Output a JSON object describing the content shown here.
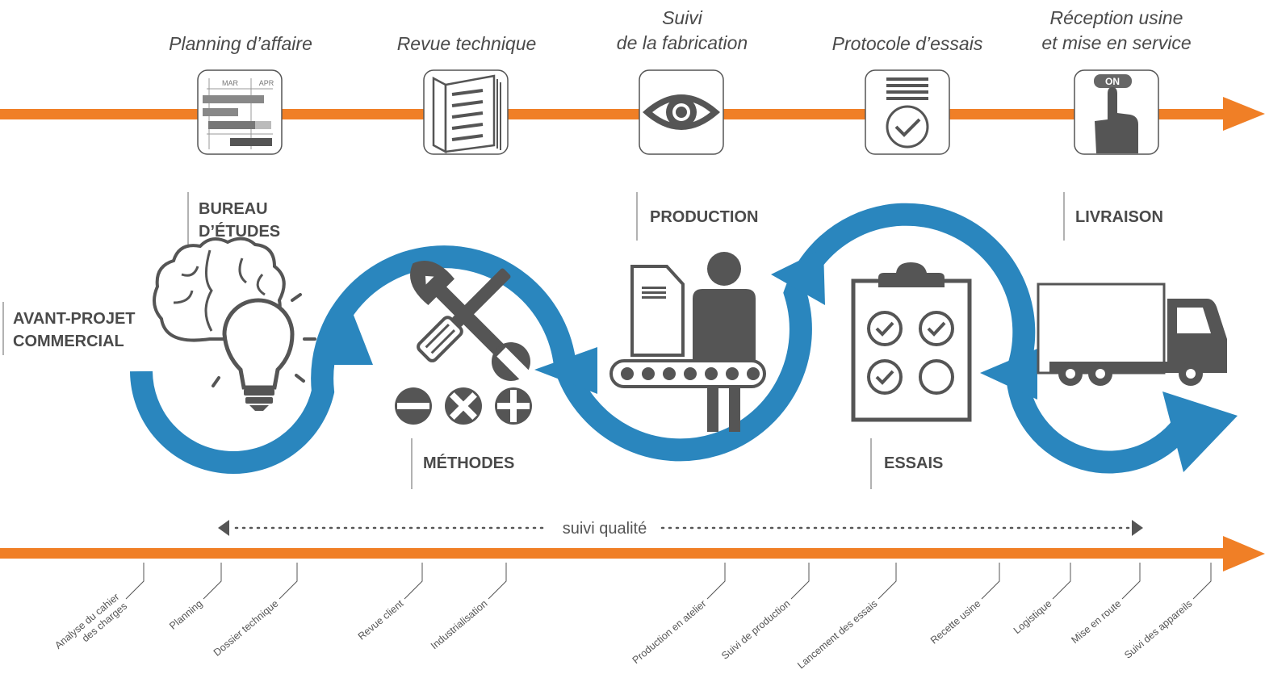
{
  "colors": {
    "orange": "#f07f26",
    "blue": "#2a86be",
    "icon_gray": "#5a5a5a",
    "box_border": "#555555"
  },
  "phases": [
    {
      "title_lines": [
        "Planning d’affaire"
      ],
      "icon": "gantt-icon",
      "gantt_months": [
        "MAR",
        "APR"
      ]
    },
    {
      "title_lines": [
        "Revue technique"
      ],
      "icon": "book-icon"
    },
    {
      "title_lines": [
        "Suivi",
        "de la fabrication"
      ],
      "icon": "eye-icon"
    },
    {
      "title_lines": [
        "Protocole d’essais"
      ],
      "icon": "checklist-icon"
    },
    {
      "title_lines": [
        "Réception usine",
        "et mise en service"
      ],
      "icon": "on-button-icon",
      "button_label": "ON"
    }
  ],
  "stages": [
    {
      "lines": [
        "AVANT-PROJET",
        "COMMERCIAL"
      ],
      "icon": "brain-bulb-icon"
    },
    {
      "lines": [
        "BUREAU",
        "D’ÉTUDES"
      ],
      "icon": "brain-bulb-icon"
    },
    {
      "lines": [
        "MÉTHODES"
      ],
      "icon": "tools-icon"
    },
    {
      "lines": [
        "PRODUCTION"
      ],
      "icon": "production-worker-icon"
    },
    {
      "lines": [
        "ESSAIS"
      ],
      "icon": "clipboard-checks-icon"
    },
    {
      "lines": [
        "LIVRAISON"
      ],
      "icon": "truck-icon"
    }
  ],
  "quality_label": "suivi qualité",
  "timeline_steps": [
    {
      "lines": [
        "Analyse du cahier",
        "des charges"
      ]
    },
    {
      "lines": [
        "Planning"
      ]
    },
    {
      "lines": [
        "Dossier technique"
      ]
    },
    {
      "lines": [
        "Revue client"
      ]
    },
    {
      "lines": [
        "Industrialisation"
      ]
    },
    {
      "lines": [
        "Production en atelier"
      ]
    },
    {
      "lines": [
        "Suivi de production"
      ]
    },
    {
      "lines": [
        "Lancement des essais"
      ]
    },
    {
      "lines": [
        "Recette usine"
      ]
    },
    {
      "lines": [
        "Logistique"
      ]
    },
    {
      "lines": [
        "Mise en route"
      ]
    },
    {
      "lines": [
        "Suivi des appareils"
      ]
    }
  ]
}
